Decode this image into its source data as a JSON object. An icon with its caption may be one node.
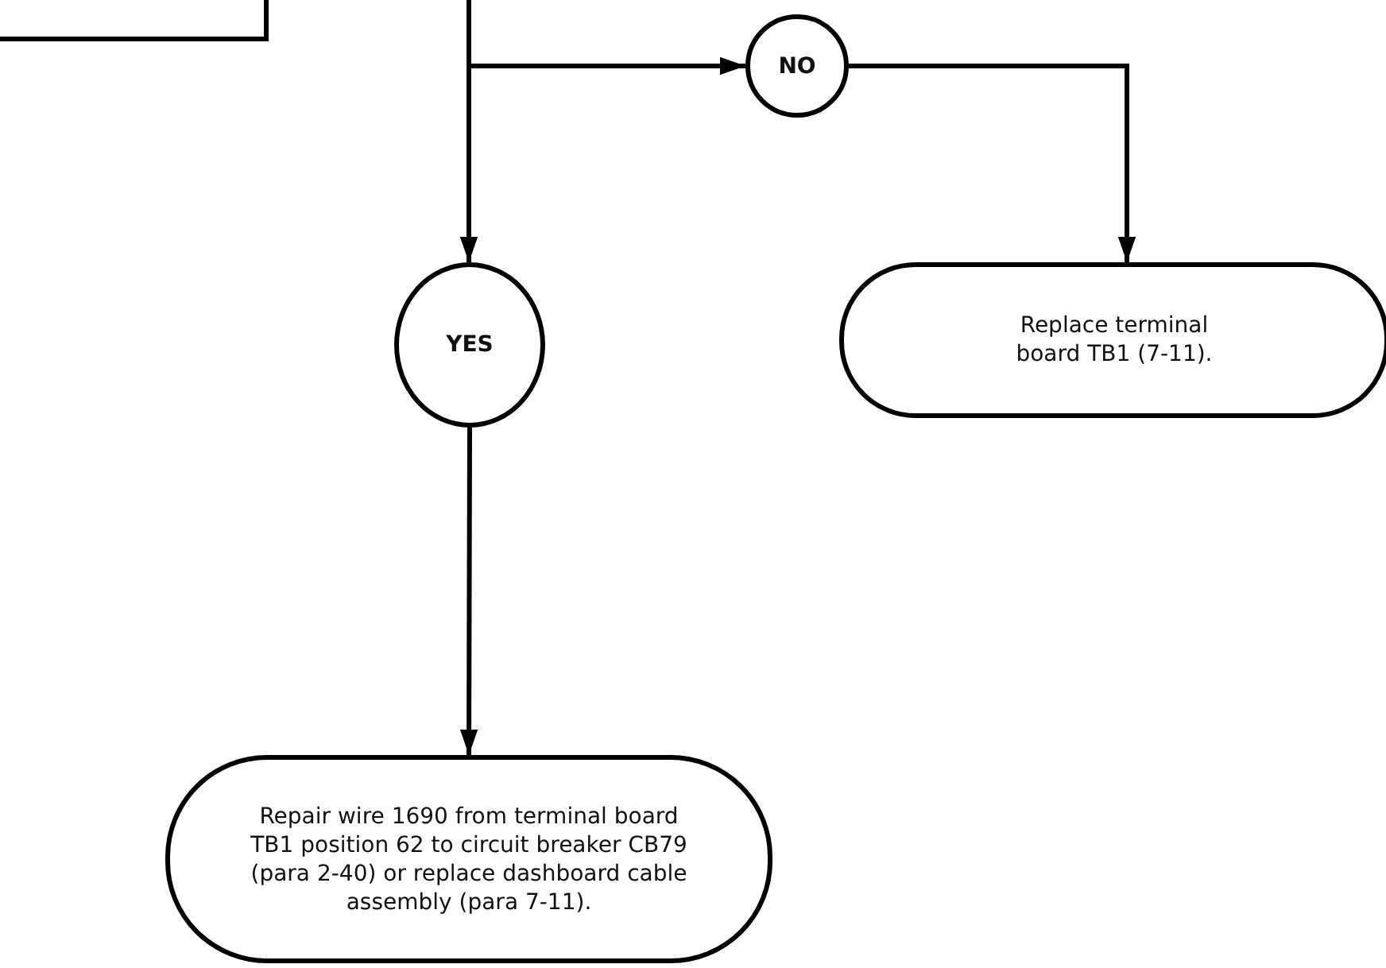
{
  "diagram": {
    "nodes": [
      {
        "text": [],
        "shape": "box"
      },
      {
        "text": [
          "NO"
        ]
      },
      {
        "text": [
          "YES"
        ]
      },
      {
        "text": [
          "Replace terminal board TB1 (7-11)."
        ]
      },
      {
        "text": [
          "Repair wire 1690 from terminal board TB1 position 62 to circuit breaker CB79 (para 2-40) or replace dashboard cable assembly (para 7-11)."
        ]
      }
    ],
    "edges": [
      {
        "from": null,
        "to": 2,
        "arrow": "to"
      },
      {
        "from": null,
        "to": 1,
        "arrow": "to"
      },
      {
        "from": 1,
        "to": 3,
        "arrow": "to"
      },
      {
        "from": 2,
        "to": 4,
        "arrow": "to"
      }
    ]
  }
}
